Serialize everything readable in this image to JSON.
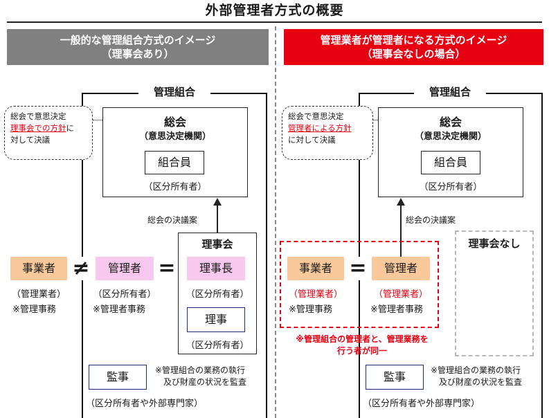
{
  "title": "外部管理者方式の概要",
  "left": {
    "header_line1": "一般的な管理組合方式のイメージ",
    "header_line2": "（理事会あり）",
    "kumiai_label": "管理組合",
    "bubble_line1": "総会で意思決定",
    "bubble_line2_red": "理事会での方針",
    "bubble_line2_rest": "に",
    "bubble_line3": "対して決議",
    "sokai_title": "総会",
    "sokai_sub": "（意思決定機関）",
    "kumiaiin": "組合員",
    "kumiaiin_sub": "（区分所有者）",
    "resolution_label": "総会の決議案",
    "rijikai_label": "理事会",
    "jigyosha": "事業者",
    "jigyosha_sub": "（管理業者）",
    "jigyosha_note": "※管理事務",
    "neq": "≠",
    "kanrisha": "管理者",
    "kanrisha_sub": "（区分所有者）",
    "kanrisha_note": "※管理者事務",
    "eq": "=",
    "rijicho": "理事長",
    "rijicho_sub": "（区分所有者）",
    "riji": "理事",
    "riji_sub": "（区分所有者）",
    "kanji": "監事",
    "kanji_note_line1": "※管理組合の業務の執行",
    "kanji_note_line2": "及び財産の状況を監査",
    "kanji_sub": "（区分所有者や外部専門家）"
  },
  "right": {
    "header_line1": "管理業者が管理者になる方式のイメージ",
    "header_line2": "（理事会なしの場合）",
    "kumiai_label": "管理組合",
    "bubble_line1": "総会で意思決定",
    "bubble_line2_red": "管理者による方針",
    "bubble_line3": "に対して決議",
    "sokai_title": "総会",
    "sokai_sub": "（意思決定機関）",
    "kumiaiin": "組合員",
    "kumiaiin_sub": "（区分所有者）",
    "resolution_label": "総会の決議案",
    "rijikai_nashi": "理事会なし",
    "jigyosha": "事業者",
    "jigyosha_sub": "（管理業者）",
    "jigyosha_note": "※管理事務",
    "eq": "=",
    "kanrisha": "管理者",
    "kanrisha_sub": "（管理業者）",
    "kanrisha_note": "※管理者事務",
    "same_note_line1": "※管理組合の管理者と、管理業務を",
    "same_note_line2": "行う者が同一",
    "kanji": "監事",
    "kanji_note_line1": "※管理組合の業務の執行",
    "kanji_note_line2": "及び財産の状況を監査",
    "kanji_sub": "（区分所有者や外部専門家）"
  },
  "colors": {
    "header_left_bg": "#808080",
    "header_right_bg": "#e60012",
    "accent_red": "#e60012",
    "orange_fill": "#f9c89b",
    "pink_fill": "#f8c8ee",
    "navy_border": "#1f2d6b"
  }
}
